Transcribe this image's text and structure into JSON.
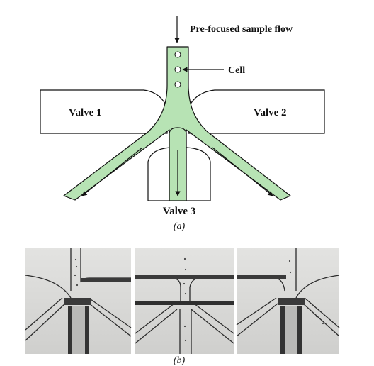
{
  "panel_a": {
    "labels": {
      "flow": "Pre-focused sample flow",
      "cell": "Cell",
      "valve1": "Valve 1",
      "valve2": "Valve 2",
      "valve3": "Valve 3"
    },
    "caption": "(a)"
  },
  "panel_b": {
    "caption": "(b)",
    "frames": [
      {
        "id": "frame-1"
      },
      {
        "id": "frame-2"
      },
      {
        "id": "frame-3"
      }
    ]
  },
  "colors": {
    "channel_fill": "#b7e3b4",
    "outline": "#111111",
    "micrograph_bg": "#d9d9d7"
  }
}
